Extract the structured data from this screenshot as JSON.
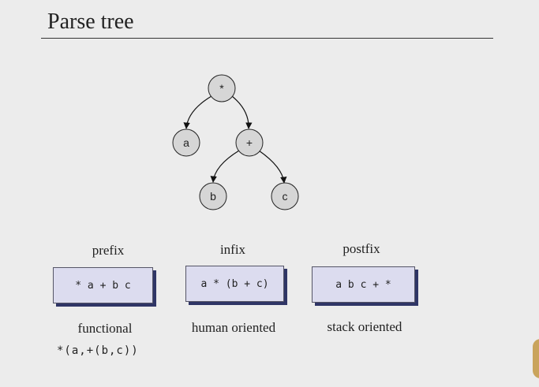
{
  "slide": {
    "title": "Parse tree"
  },
  "tree": {
    "nodes": [
      {
        "id": "root",
        "label": "*"
      },
      {
        "id": "a",
        "label": "a"
      },
      {
        "id": "plus",
        "label": "+"
      },
      {
        "id": "b",
        "label": "b"
      },
      {
        "id": "c",
        "label": "c"
      }
    ],
    "edges": [
      [
        "root",
        "a"
      ],
      [
        "root",
        "plus"
      ],
      [
        "plus",
        "b"
      ],
      [
        "plus",
        "c"
      ]
    ]
  },
  "notations": {
    "prefix": {
      "label": "prefix",
      "expr": "* a + b c",
      "caption": "functional"
    },
    "infix": {
      "label": "infix",
      "expr": "a * (b + c)",
      "caption": "human oriented"
    },
    "postfix": {
      "label": "postfix",
      "expr": "a b c + *",
      "caption": "stack oriented"
    }
  },
  "functional_form": "*(a,+(b,c))",
  "colors": {
    "node_fill": "#d6d6d6",
    "box_fill": "#dcdcef",
    "box_shadow": "#2f3566"
  }
}
